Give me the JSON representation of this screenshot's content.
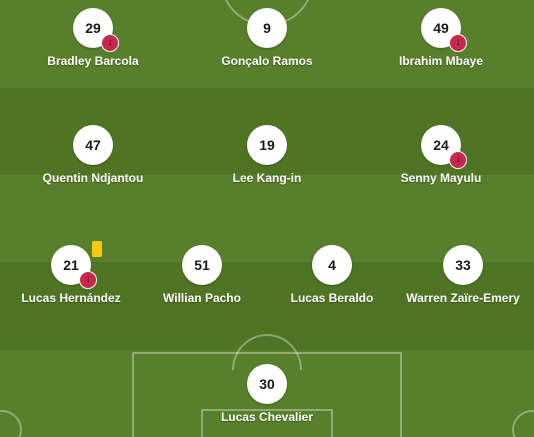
{
  "lineup": {
    "rows": [
      {
        "players": [
          {
            "number": "29",
            "name": "Bradley Barcola",
            "subbed_off": true,
            "yellow_card": false
          },
          {
            "number": "9",
            "name": "Gonçalo Ramos",
            "subbed_off": false,
            "yellow_card": false
          },
          {
            "number": "49",
            "name": "Ibrahim Mbaye",
            "subbed_off": true,
            "yellow_card": false
          }
        ]
      },
      {
        "players": [
          {
            "number": "47",
            "name": "Quentin Ndjantou",
            "subbed_off": false,
            "yellow_card": false
          },
          {
            "number": "19",
            "name": "Lee Kang-in",
            "subbed_off": false,
            "yellow_card": false
          },
          {
            "number": "24",
            "name": "Senny Mayulu",
            "subbed_off": true,
            "yellow_card": false
          }
        ]
      },
      {
        "players": [
          {
            "number": "21",
            "name": "Lucas Hernández",
            "subbed_off": true,
            "yellow_card": true
          },
          {
            "number": "51",
            "name": "Willian Pacho",
            "subbed_off": false,
            "yellow_card": false
          },
          {
            "number": "4",
            "name": "Lucas Beraldo",
            "subbed_off": false,
            "yellow_card": false
          },
          {
            "number": "33",
            "name": "Warren Zaïre-Emery",
            "subbed_off": false,
            "yellow_card": false
          }
        ]
      },
      {
        "players": [
          {
            "number": "30",
            "name": "Lucas Chevalier",
            "subbed_off": false,
            "yellow_card": false
          }
        ]
      }
    ]
  },
  "icons": {
    "substitution": "arrow-down-icon",
    "card": "yellow-card-icon"
  },
  "colors": {
    "pitch_light": "#587f2b",
    "pitch_dark": "#4f7524",
    "sub_badge": "#c8274e",
    "yellow_card": "#f5c918"
  }
}
